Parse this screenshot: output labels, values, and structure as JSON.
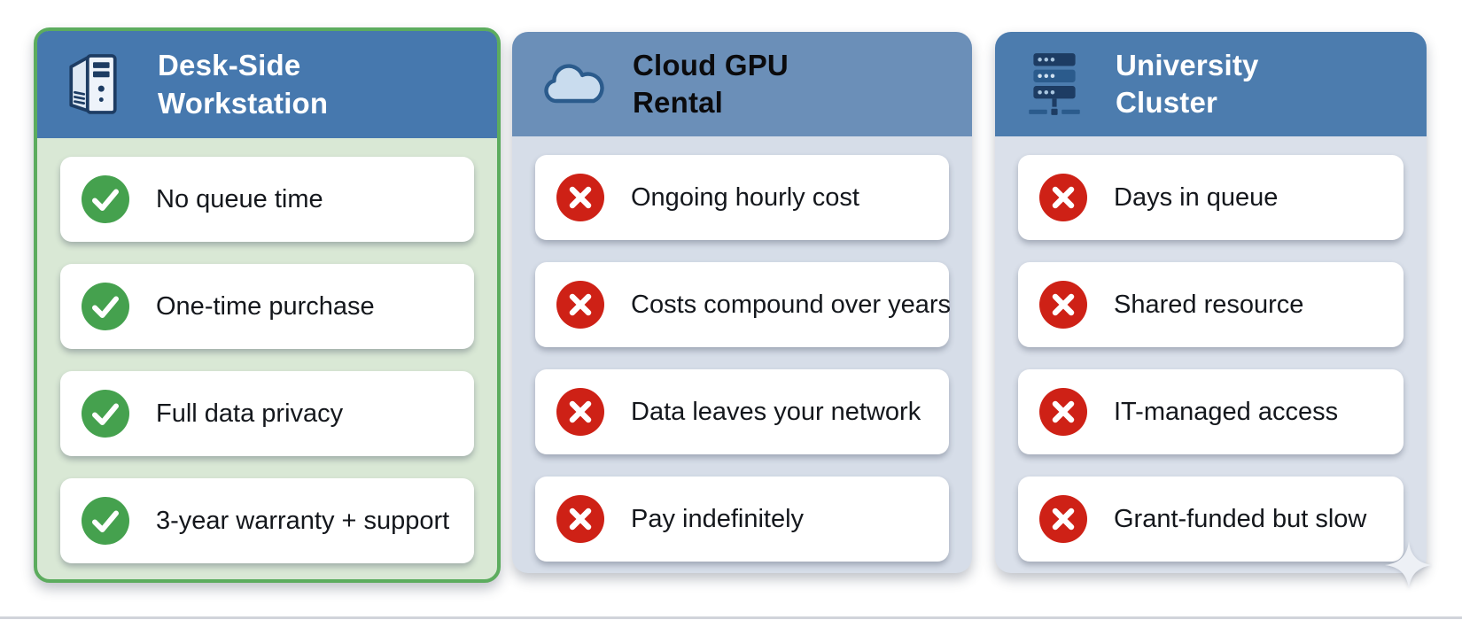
{
  "page": {
    "background": "#ffffff",
    "bottom_edge_color": "#c9cdd3"
  },
  "watermark": {
    "icon": "sparkle-icon",
    "color": "#edf0f5"
  },
  "status_colors": {
    "positive": "#45a14e",
    "negative": "#ce2116"
  },
  "columns": [
    {
      "id": "desk-side-workstation",
      "header_icon": "workstation-icon",
      "title_line1": "Desk-Side",
      "title_line2": "Workstation",
      "highlighted": true,
      "colors": {
        "header_bg": "#4678ae",
        "header_text": "#ffffff",
        "body_bg": "#d9e8d5",
        "border": "#5cac5e"
      },
      "items": [
        {
          "icon": "check-icon",
          "status": "positive",
          "text": "No queue time"
        },
        {
          "icon": "check-icon",
          "status": "positive",
          "text": "One-time purchase"
        },
        {
          "icon": "check-icon",
          "status": "positive",
          "text": "Full data privacy"
        },
        {
          "icon": "check-icon",
          "status": "positive",
          "text": "3-year warranty + support"
        }
      ]
    },
    {
      "id": "cloud-gpu-rental",
      "header_icon": "cloud-icon",
      "title_line1": "Cloud GPU",
      "title_line2": "Rental",
      "highlighted": false,
      "colors": {
        "header_bg": "#6b8fb8",
        "header_text": "#0b0b0d",
        "body_bg": "#d6dde8",
        "border": null
      },
      "items": [
        {
          "icon": "cross-icon",
          "status": "negative",
          "text": "Ongoing hourly cost"
        },
        {
          "icon": "cross-icon",
          "status": "negative",
          "text": "Costs compound over years"
        },
        {
          "icon": "cross-icon",
          "status": "negative",
          "text": "Data leaves your network"
        },
        {
          "icon": "cross-icon",
          "status": "negative",
          "text": "Pay indefinitely"
        }
      ]
    },
    {
      "id": "university-cluster",
      "header_icon": "server-rack-icon",
      "title_line1": "University",
      "title_line2": "Cluster",
      "highlighted": false,
      "colors": {
        "header_bg": "#4c7cae",
        "header_text": "#ffffff",
        "body_bg": "#dae0ea",
        "border": null
      },
      "items": [
        {
          "icon": "cross-icon",
          "status": "negative",
          "text": "Days in queue"
        },
        {
          "icon": "cross-icon",
          "status": "negative",
          "text": "Shared resource"
        },
        {
          "icon": "cross-icon",
          "status": "negative",
          "text": "IT-managed access"
        },
        {
          "icon": "cross-icon",
          "status": "negative",
          "text": "Grant-funded but slow"
        }
      ]
    }
  ]
}
